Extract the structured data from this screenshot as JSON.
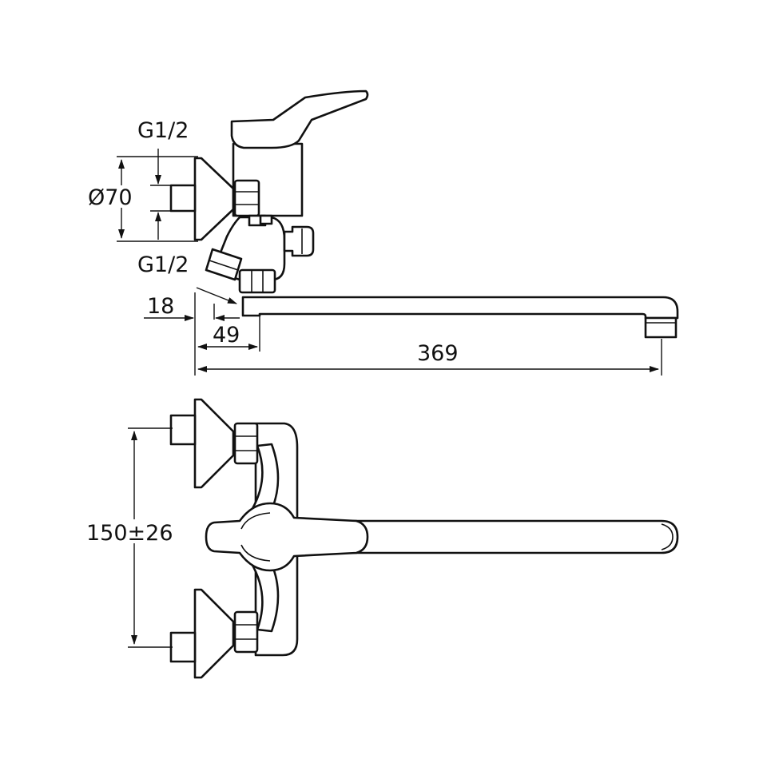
{
  "drawing": {
    "side_view": {
      "thread_top_label": "G1/2",
      "diameter_label": "Ø70",
      "thread_bottom_label": "G1/2",
      "offset_label": "18",
      "depth_label": "49",
      "spout_length_label": "369"
    },
    "top_view": {
      "center_distance_label": "150±26"
    },
    "colors": {
      "line": "#111111",
      "background": "#ffffff"
    }
  }
}
